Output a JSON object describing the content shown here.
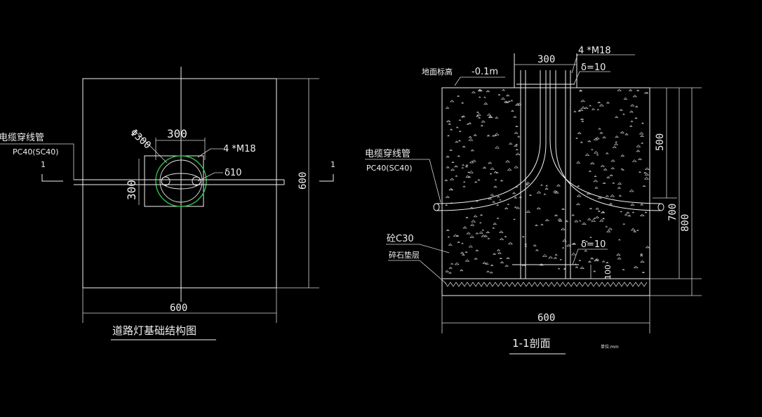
{
  "plan": {
    "cable_label": "电缆穿线管",
    "cable_spec": "PC40(SC40)",
    "section_mark": "1",
    "dim_phi": "Φ300",
    "dim_300_top": "300",
    "dim_300_left": "300",
    "bolt": "4 *M18",
    "plate": "δ10",
    "dim_600_right": "600",
    "dim_600_bottom": "600",
    "title": "道路灯基础结构图"
  },
  "section": {
    "ground_label": "地面标高",
    "ground_elev": "-0.1m",
    "dim_300": "300",
    "bolt": "4 *M18",
    "plate_top": "δ=10",
    "cable_label": "电缆穿线管",
    "cable_spec": "PC40(SC40)",
    "concrete": "砼C30",
    "gravel": "碎石垫层",
    "plate_bottom": "δ=10",
    "dim_100": "100",
    "dim_500": "500",
    "dim_700": "700",
    "dim_800": "800",
    "dim_600": "600",
    "title": "1-1剖面",
    "note": "单位:mm"
  },
  "colors": {
    "background": "#000000",
    "line": "#f2f2f2",
    "circle": "#2fbf4a"
  }
}
